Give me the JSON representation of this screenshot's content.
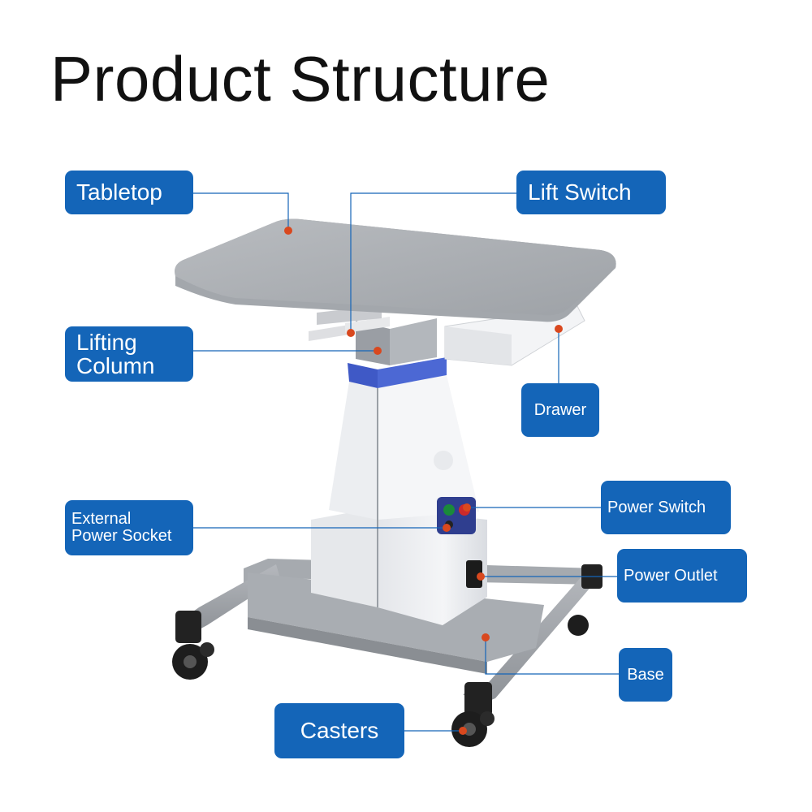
{
  "title": "Product Structure",
  "colors": {
    "label_background": "#1465b8",
    "label_text": "#ffffff",
    "marker_dot": "#d9481e",
    "leader_line": "#1465b8"
  },
  "labels": {
    "tabletop": "Tabletop",
    "lift_switch": "Lift Switch",
    "lifting_column": "Lifting\nColumn",
    "drawer": "Drawer",
    "external_power_socket": "External\nPower Socket",
    "power_switch": "Power Switch",
    "power_outlet": "Power Outlet",
    "base": "Base",
    "casters": "Casters"
  }
}
